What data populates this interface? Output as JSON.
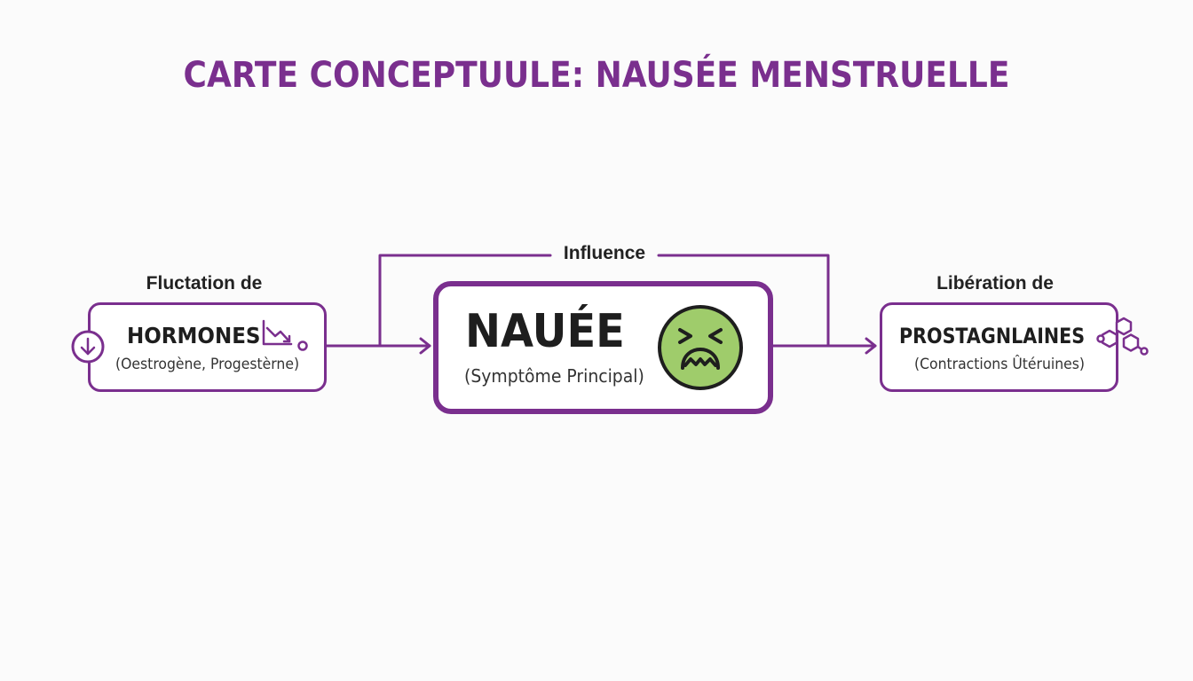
{
  "title": "CARTE CONCEPTUULE: NAUSÉE MENSTRUELLE",
  "edge_label": "Influence",
  "left_node": {
    "caption": "Fluctation de",
    "heading": "HORMONES",
    "subheading": "(Oestrogène, Progestèrne)"
  },
  "center_node": {
    "heading": "NAUÉE",
    "subheading": "(Symptôme Principal)"
  },
  "right_node": {
    "caption": "Libération de",
    "heading": "PROSTAGNLAINES",
    "subheading": "(Contractions Ûtéruines)"
  },
  "icons": [
    "arrow-down-circle-icon",
    "decline-chart-icon",
    "nauseated-face-icon",
    "molecule-icon"
  ],
  "colors": {
    "accent": "#7a2f8e",
    "face_fill": "#9fcc6b",
    "text": "#1e1e1e"
  }
}
